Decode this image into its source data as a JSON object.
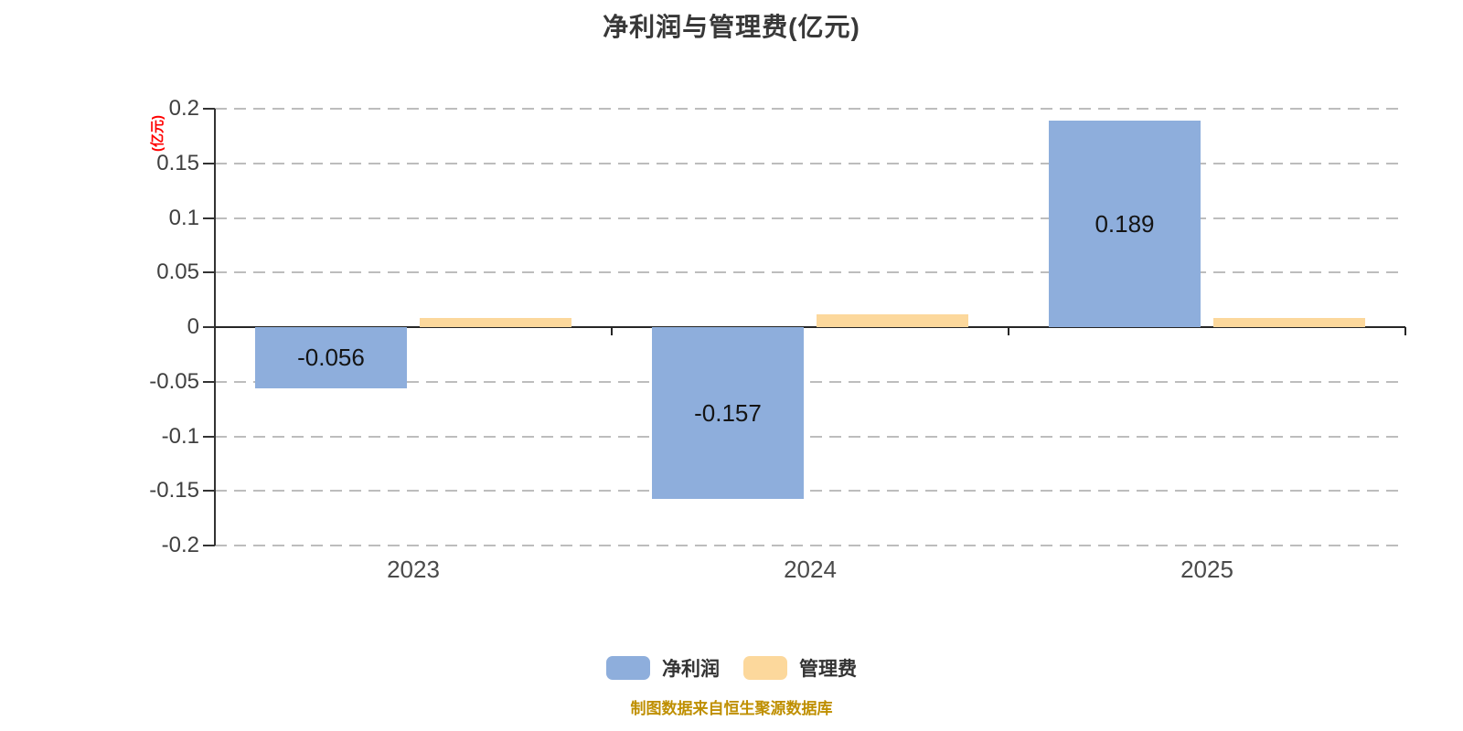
{
  "title": "净利润与管理费(亿元)",
  "y_axis_unit_label": "(亿元)",
  "footer": {
    "source_note": "制图数据来自恒生聚源数据库"
  },
  "colors": {
    "net_profit_bar": "#8EAEDC",
    "mgmt_fee_bar": "#FCD89C",
    "axis_line": "#333333",
    "zero_line": "#262626",
    "gridline": "#BDBDBD",
    "title_text": "#383838",
    "tick_label_text": "#404040",
    "bar_label_text": "#141414",
    "unit_label_text": "#FF0000",
    "footer_text": "#BF8F00"
  },
  "legend": [
    {
      "label": "净利润",
      "color": "#8EAEDC"
    },
    {
      "label": "管理费",
      "color": "#FCD89C"
    }
  ],
  "chart_data": {
    "type": "bar",
    "title": "净利润与管理费(亿元)",
    "categories": [
      "2023",
      "2024",
      "2025"
    ],
    "series": [
      {
        "name": "净利润",
        "color": "#8EAEDC",
        "values": [
          -0.056,
          -0.157,
          0.189
        ],
        "data_labels": [
          "-0.056",
          "-0.157",
          "0.189"
        ]
      },
      {
        "name": "管理费",
        "color": "#FCD89C",
        "values": [
          0.008,
          0.012,
          0.008
        ],
        "data_labels": [
          "",
          "",
          ""
        ]
      }
    ],
    "xlabel": "",
    "ylabel": "(亿元)",
    "ylim": [
      -0.2,
      0.2
    ],
    "yticks": [
      0.2,
      0.15,
      0.1,
      0.05,
      0,
      -0.05,
      -0.1,
      -0.15,
      -0.2
    ],
    "ytick_labels": [
      "0.2",
      "0.15",
      "0.1",
      "0.05",
      "0",
      "-0.05",
      "-0.1",
      "-0.15",
      "-0.2"
    ],
    "grid": "horizontal-dashed",
    "legend_position": "bottom"
  }
}
